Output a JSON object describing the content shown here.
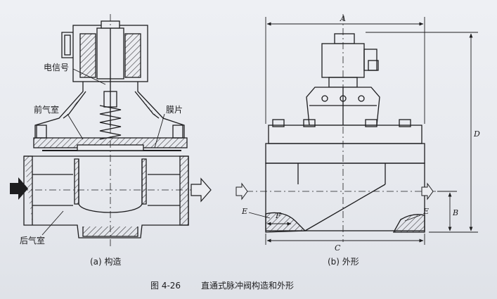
{
  "labels": {
    "signal": "电信号",
    "front_chamber": "前气室",
    "diaphragm": "膜片",
    "rear_chamber": "后气室"
  },
  "sub_captions": {
    "left": "(a) 构造",
    "right": "(b) 外形"
  },
  "figure_caption": {
    "number": "图 4-26",
    "title": "直通式脉冲阀构造和外形"
  },
  "dimensions": {
    "A": "A",
    "B": "B",
    "C": "C",
    "D": "D",
    "E1": "E",
    "E2": "E",
    "F": "F"
  },
  "colors": {
    "ink": "#1d1d1f",
    "paper": "#ecedf1",
    "hatch": "#3a3a3e"
  }
}
